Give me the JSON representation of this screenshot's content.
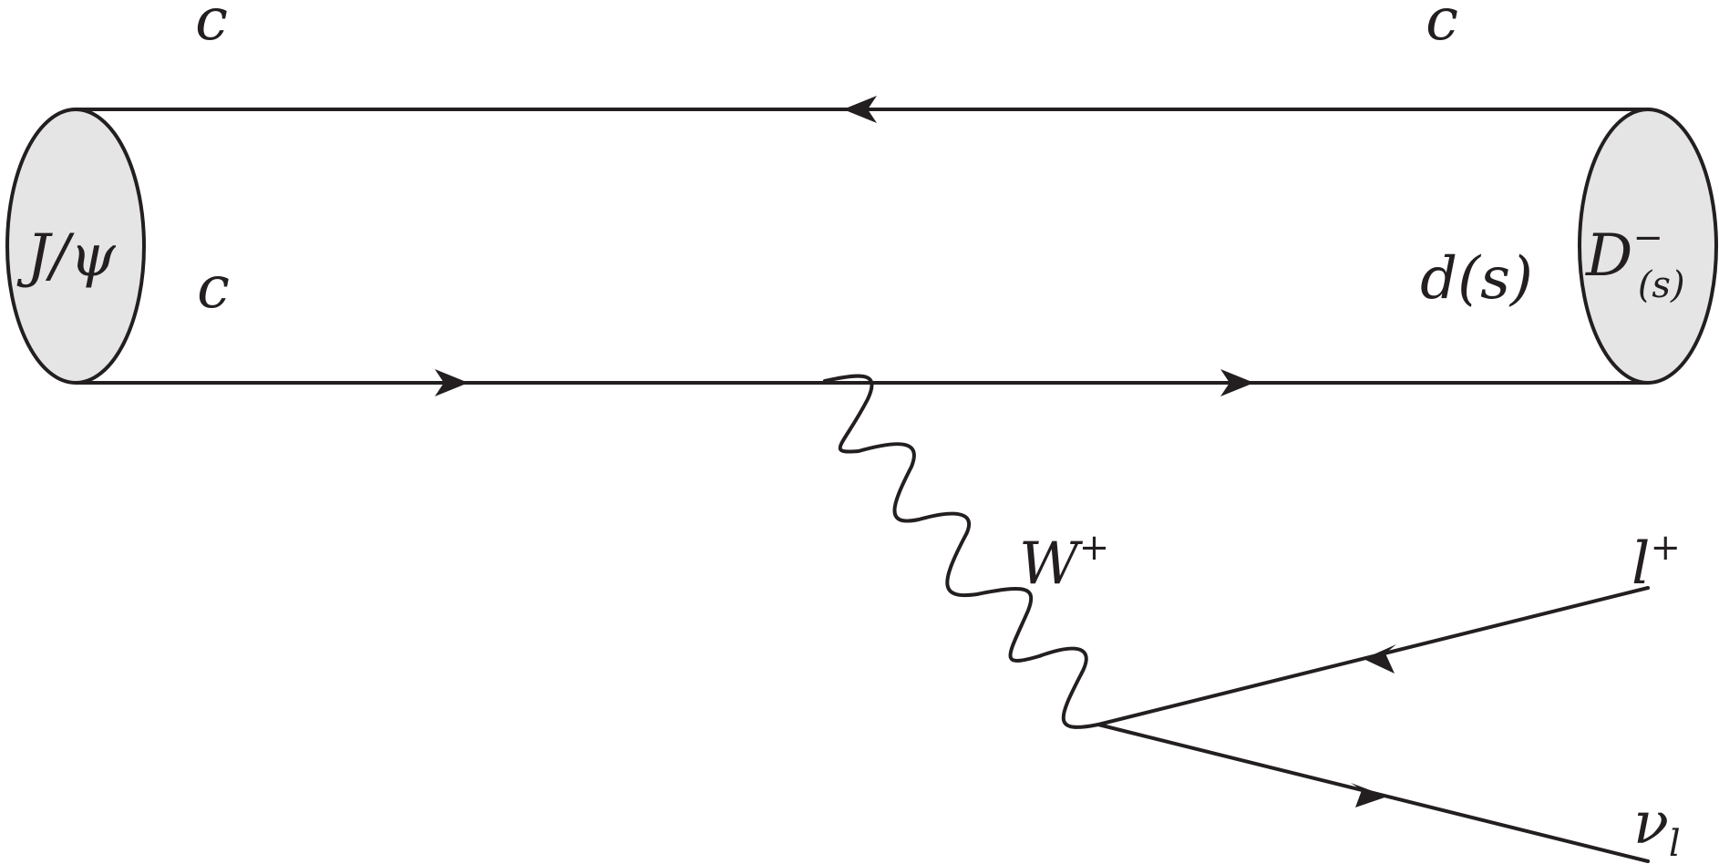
{
  "diagram": {
    "particles": {
      "left_meson": "J/ψ",
      "right_meson_base": "D",
      "right_meson_sup": "−",
      "right_meson_sub": "(s)",
      "quark_top_left": "c̄",
      "quark_top_right": "c̄",
      "quark_bottom_left": "c",
      "quark_bottom_right": "d(s)",
      "boson_base": "W",
      "boson_sup": "+",
      "lepton_base": "l",
      "lepton_sup": "+",
      "neutrino_base": "ν",
      "neutrino_sub": "l"
    },
    "colors": {
      "line": "#231f20",
      "blob_fill": "#e5e5e5"
    }
  }
}
